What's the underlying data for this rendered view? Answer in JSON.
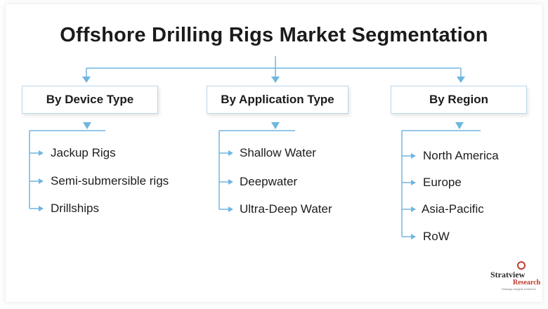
{
  "title": "Offshore Drilling Rigs Market Segmentation",
  "segments": [
    {
      "label": "By Device Type",
      "items": [
        "Jackup Rigs",
        "Semi-submersible rigs",
        "Drillships"
      ]
    },
    {
      "label": "By Application Type",
      "items": [
        "Shallow Water",
        "Deepwater",
        "Ultra-Deep Water"
      ]
    },
    {
      "label": "By Region",
      "items": [
        "North America",
        "Europe",
        "Asia-Pacific",
        "RoW"
      ]
    }
  ],
  "logo": {
    "name": "Stratview",
    "sub": "Research",
    "tagline": "Strategic Insights Delivered"
  },
  "colors": {
    "connector": "#6fb6e0",
    "box_border": "#b9d6ea",
    "text": "#1c1c1c",
    "logo_accent": "#c0392b"
  }
}
